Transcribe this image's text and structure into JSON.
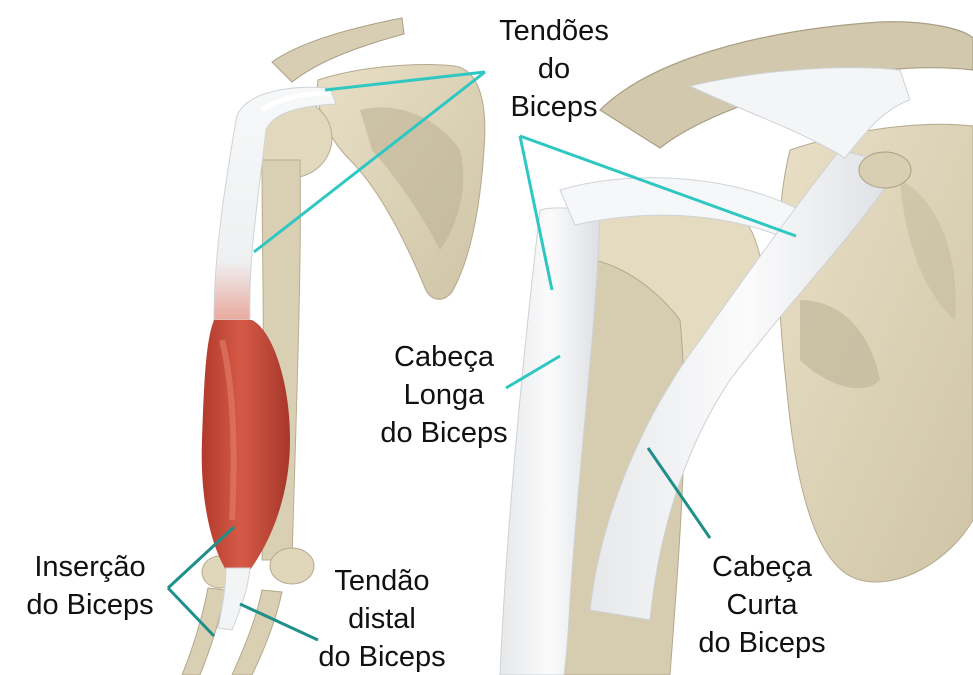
{
  "colors": {
    "bone": "#e3d9bf",
    "bone_shadow": "#bfb497",
    "bone_dark": "#a99f84",
    "tendon": "#f4f5f6",
    "tendon_shadow": "#d7dadd",
    "muscle": "#c24a3a",
    "muscle_light": "#de7c6a",
    "leader_teal": "#2fc7c2",
    "leader_dark_teal": "#1f8f8a",
    "text": "#111111"
  },
  "labels": {
    "tendoes": {
      "line1": "Tendões",
      "line2": "do",
      "line3": "Biceps"
    },
    "cabeca_longa": {
      "line1": "Cabeça",
      "line2": "Longa",
      "line3": "do Biceps"
    },
    "cabeca_curta": {
      "line1": "Cabeça",
      "line2": "Curta",
      "line3": "do Biceps"
    },
    "insercao": {
      "line1": "Inserção",
      "line2": "do Biceps"
    },
    "tendao_distal": {
      "line1": "Tendão",
      "line2": "distal",
      "line3": "do Biceps"
    }
  }
}
